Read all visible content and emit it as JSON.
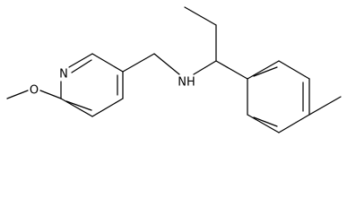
{
  "molecule": {
    "atom_labels": {
      "pyridine_n": "N",
      "methoxy_o": "O",
      "amine": "NH"
    }
  }
}
